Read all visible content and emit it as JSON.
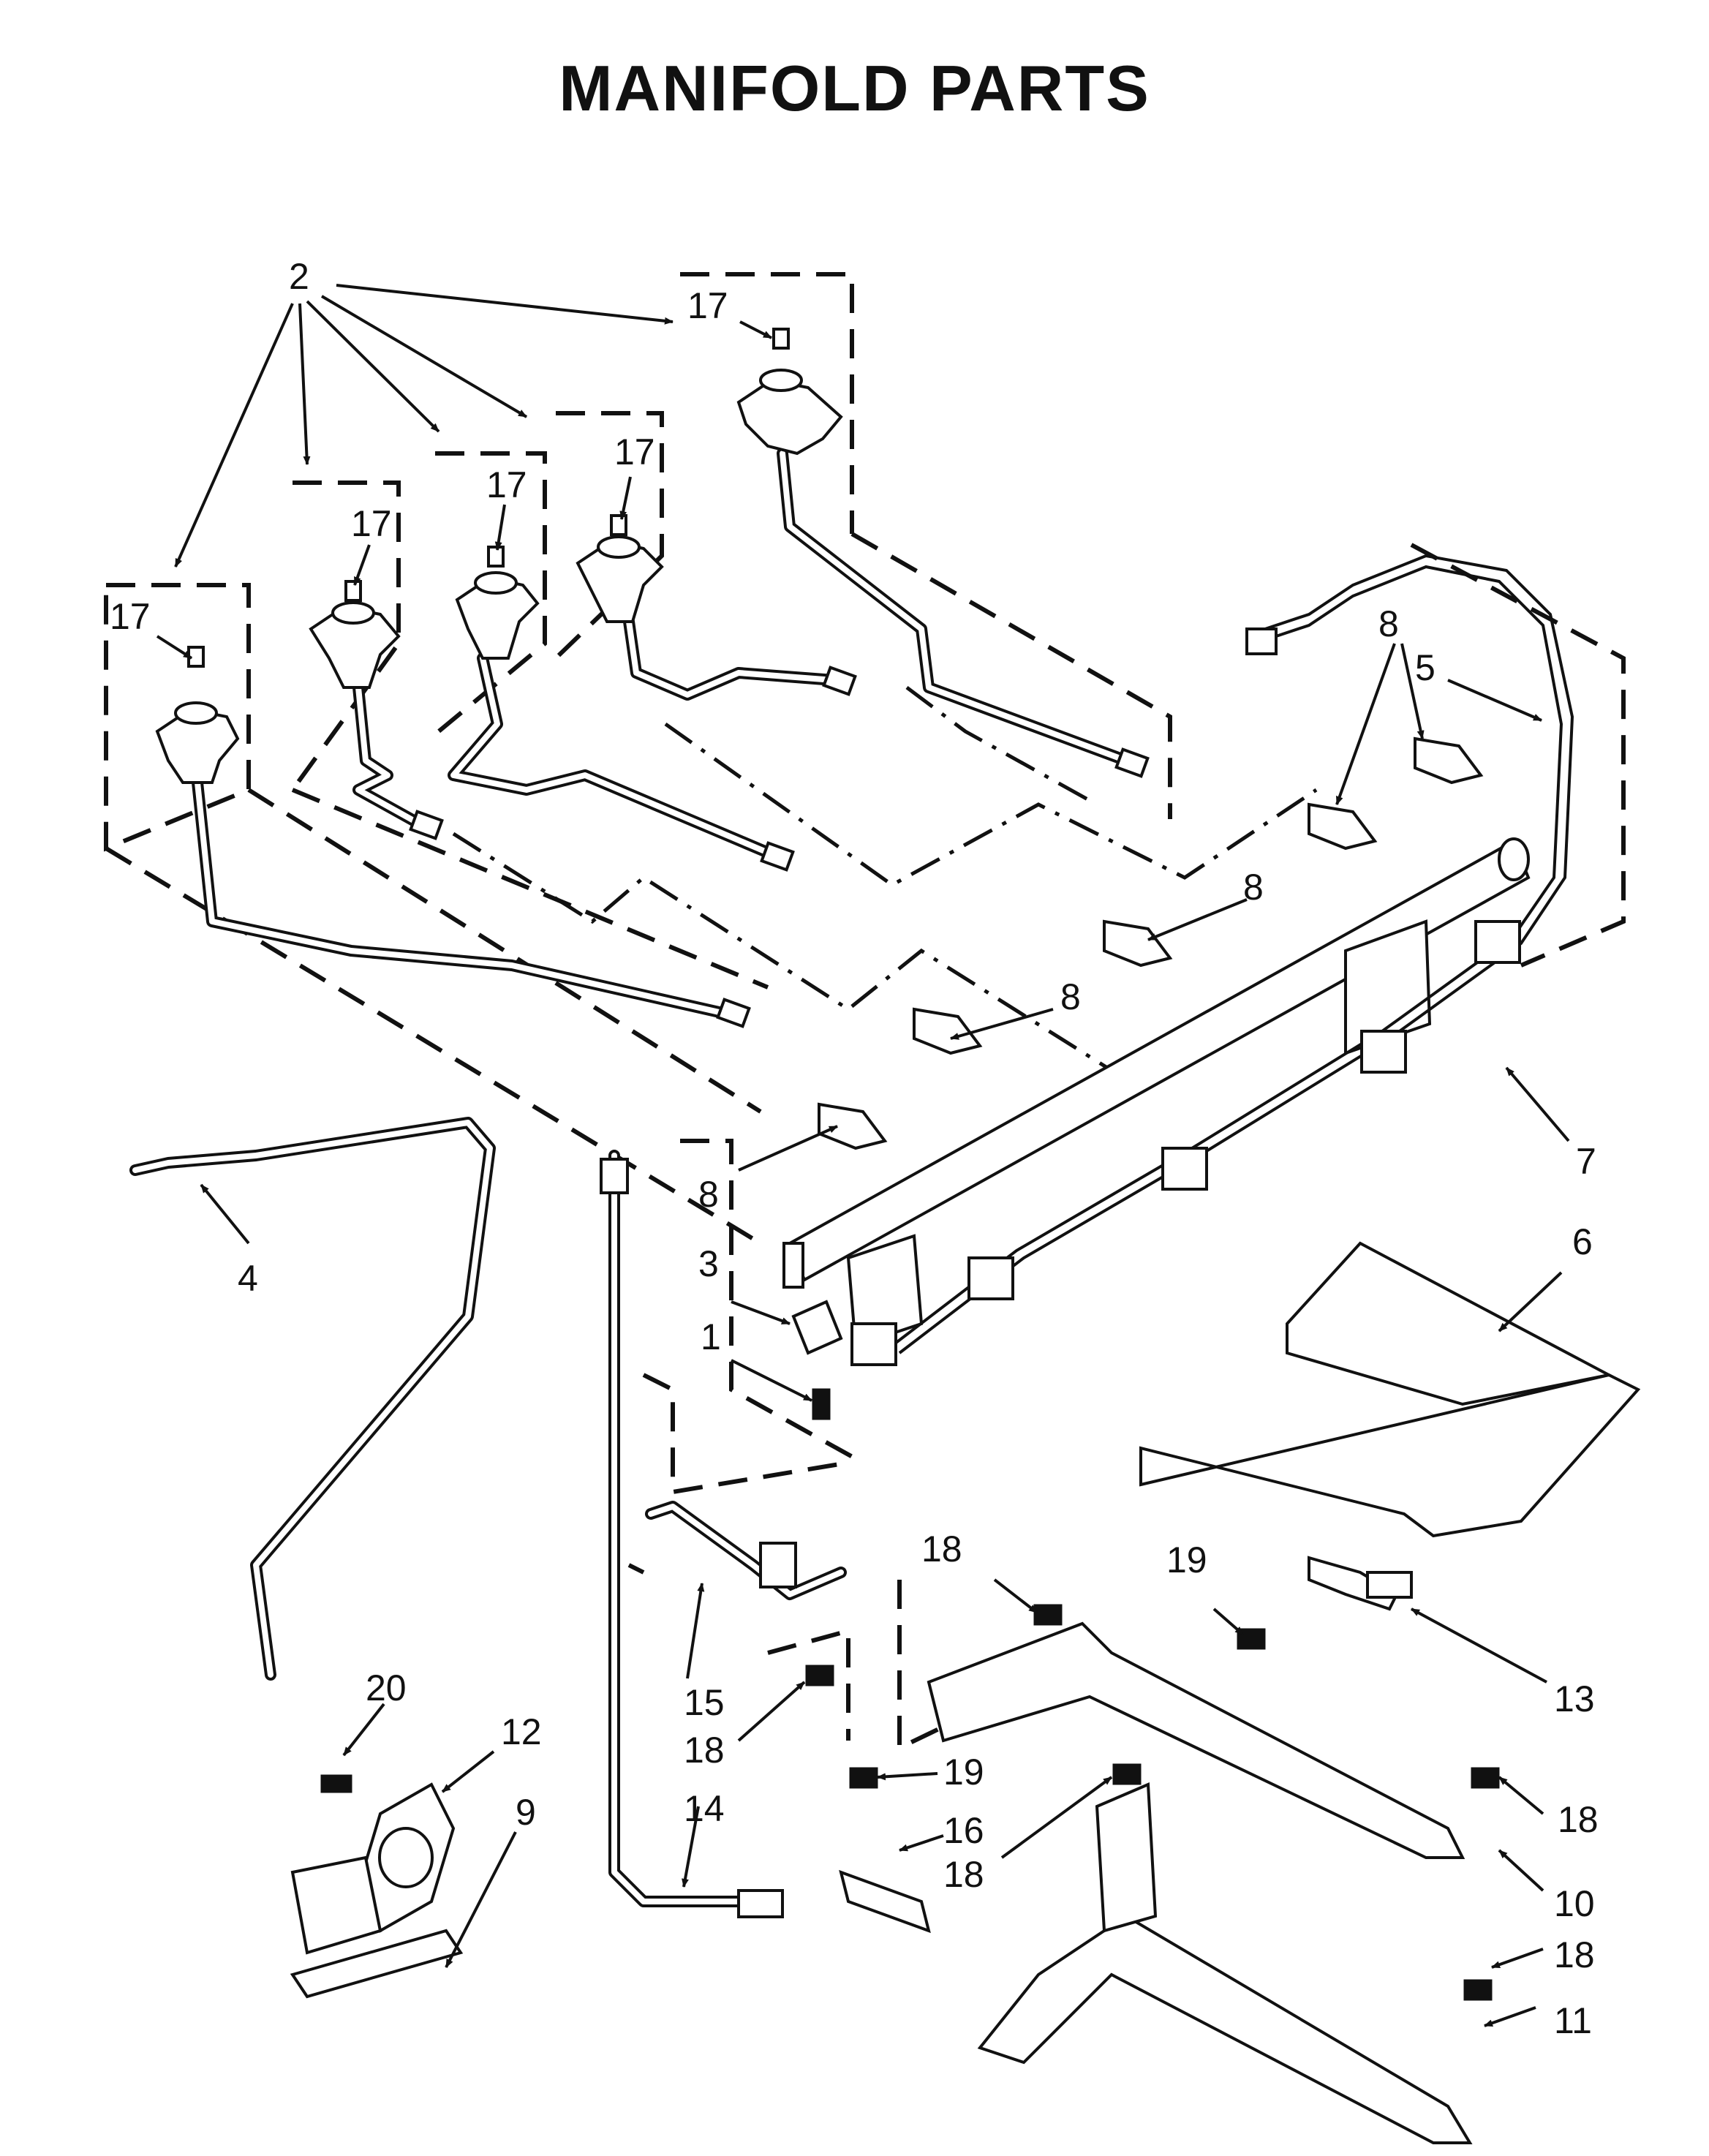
{
  "title": "MANIFOLD PARTS",
  "callouts": {
    "c1": "1",
    "c2": "2",
    "c3": "3",
    "c4": "4",
    "c5": "5",
    "c6": "6",
    "c7": "7",
    "c8": "8",
    "c9": "9",
    "c10": "10",
    "c11": "11",
    "c12": "12",
    "c13": "13",
    "c14": "14",
    "c15": "15",
    "c16": "16",
    "c17": "17",
    "c18": "18",
    "c19": "19",
    "c20": "20"
  }
}
